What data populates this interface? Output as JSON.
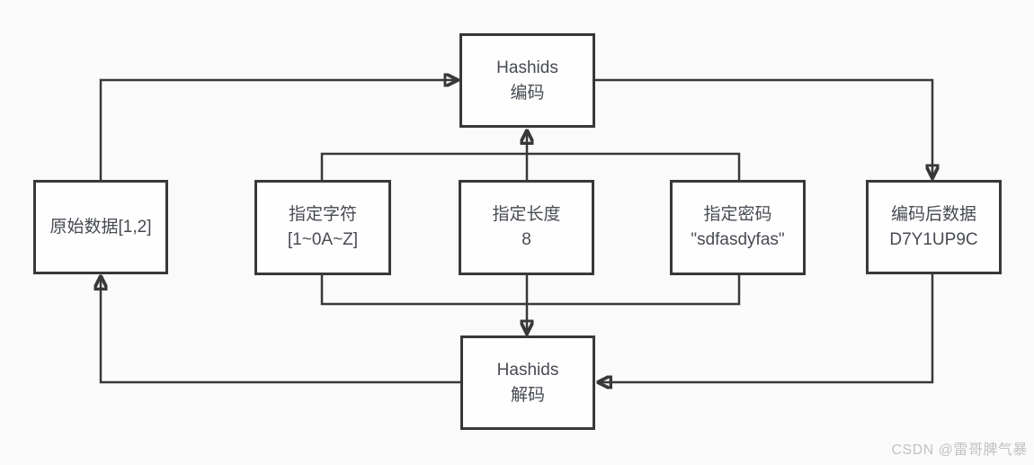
{
  "diagram": {
    "colors": {
      "background": "#fafafa",
      "box_fill": "#fefefe",
      "line": "#383838",
      "text": "#474b52",
      "watermark": "#c0c0c0"
    },
    "nodes": {
      "encode": {
        "line1": "Hashids",
        "line2": "编码"
      },
      "raw": {
        "line1": "原始数据[1,2]"
      },
      "charset": {
        "line1": "指定字符",
        "line2": "[1~0A~Z]"
      },
      "length": {
        "line1": "指定长度",
        "line2": "8"
      },
      "salt": {
        "line1": "指定密码",
        "line2": "\"sdfasdyfas\""
      },
      "encoded": {
        "line1": "编码后数据",
        "line2": "D7Y1UP9C"
      },
      "decode": {
        "line1": "Hashids",
        "line2": "解码"
      }
    },
    "watermark": "CSDN @雷哥脾气暴"
  }
}
